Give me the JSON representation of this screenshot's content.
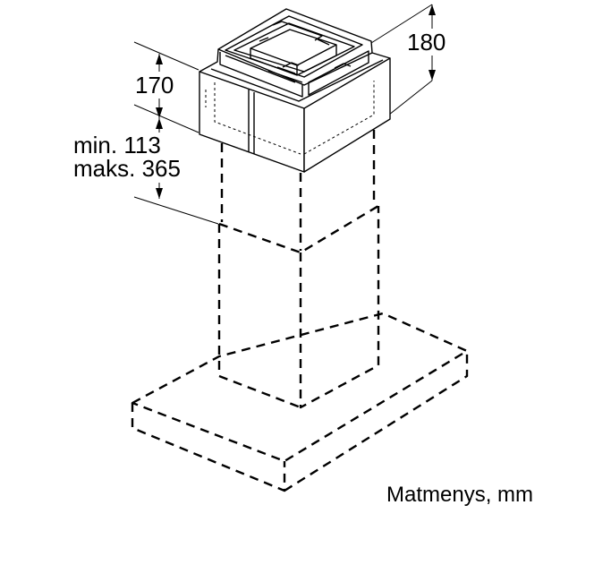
{
  "dimensions": {
    "top_height": "180",
    "module_height": "170",
    "range_min": "min. 113",
    "range_max": "maks. 365"
  },
  "caption": "Matmenys, mm"
}
